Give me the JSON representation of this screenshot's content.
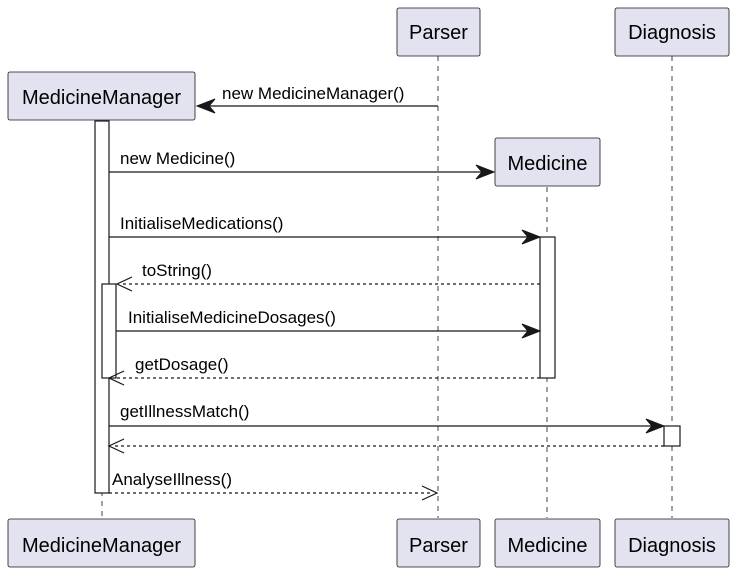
{
  "participants": {
    "medicine_manager": "MedicineManager",
    "parser": "Parser",
    "medicine": "Medicine",
    "diagnosis": "Diagnosis"
  },
  "messages": [
    {
      "label": "new MedicineManager()",
      "from": "Parser",
      "to": "MedicineManager",
      "style": "solid"
    },
    {
      "label": "new Medicine()",
      "from": "MedicineManager",
      "to": "Medicine",
      "style": "solid"
    },
    {
      "label": "InitialiseMedications()",
      "from": "MedicineManager",
      "to": "Medicine",
      "style": "solid"
    },
    {
      "label": "toString()",
      "from": "Medicine",
      "to": "MedicineManager",
      "style": "dashed"
    },
    {
      "label": "InitialiseMedicineDosages()",
      "from": "MedicineManager",
      "to": "Medicine",
      "style": "solid"
    },
    {
      "label": "getDosage()",
      "from": "Medicine",
      "to": "MedicineManager",
      "style": "dashed"
    },
    {
      "label": "getIllnessMatch()",
      "from": "MedicineManager",
      "to": "Diagnosis",
      "style": "solid"
    },
    {
      "label": "",
      "from": "Diagnosis",
      "to": "MedicineManager",
      "style": "dashed"
    },
    {
      "label": "AnalyseIllness()",
      "from": "MedicineManager",
      "to": "Parser",
      "style": "dashed"
    }
  ]
}
